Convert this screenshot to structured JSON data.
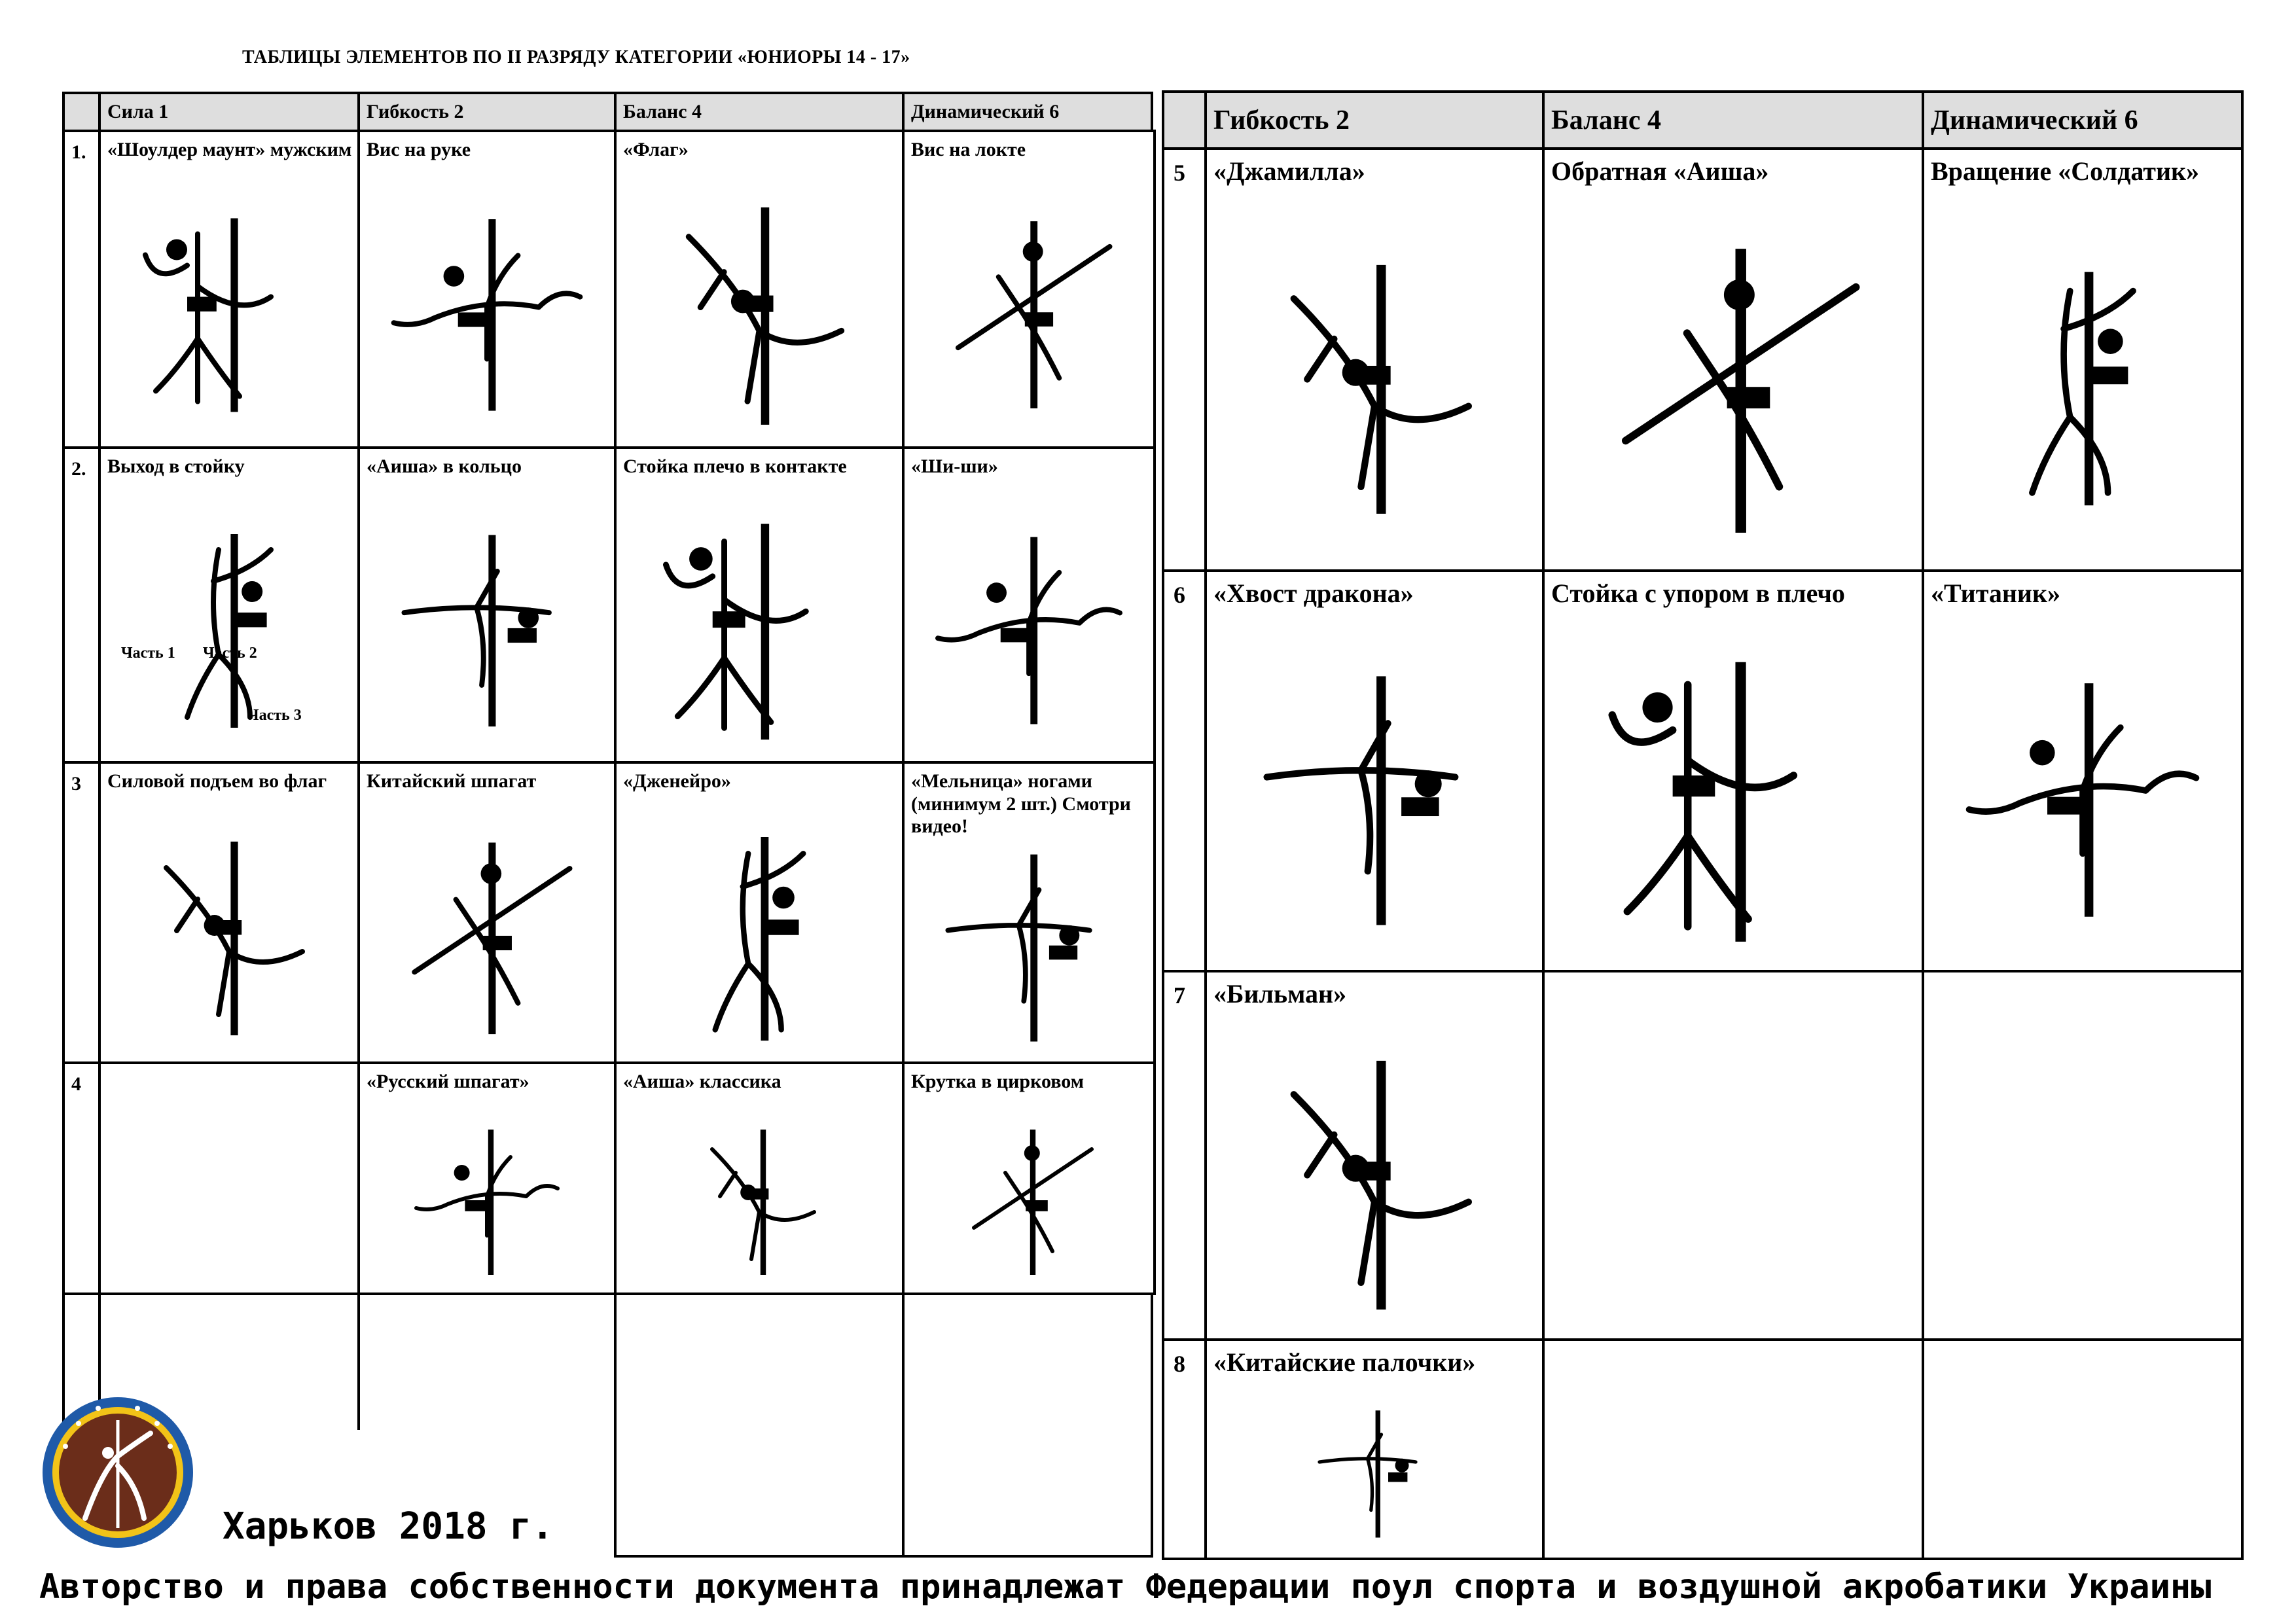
{
  "title": "ТАБЛИЦЫ ЭЛЕМЕНТОВ ПО II РАЗРЯДУ КАТЕГОРИИ «ЮНИОРЫ 14 - 17»",
  "left_table": {
    "headers": [
      "Сила 1",
      "Гибкость 2",
      "Баланс 4",
      "Динамический  6"
    ],
    "rows": [
      {
        "num": "1.",
        "cells": [
          "«Шоулдер маунт» мужским",
          "Вис на руке",
          "«Флаг»",
          "Вис на локте"
        ]
      },
      {
        "num": "2.",
        "cells": [
          "Выход в стойку",
          "«Аиша» в кольцо",
          "Стойка плечо в контакте",
          "«Ши-ши»"
        ]
      },
      {
        "num": "3",
        "cells": [
          "Силовой подъем во флаг",
          "Китайский шпагат",
          "«Дженейро»",
          "«Мельница» ногами (минимум 2 шт.) Смотри видео!"
        ]
      },
      {
        "num": "4",
        "cells": [
          "",
          "«Русский шпагат»",
          "«Аиша» классика",
          "Крутка в цирковом"
        ]
      }
    ],
    "parts": [
      "Часть 1",
      "Часть 2",
      "Часть 3"
    ]
  },
  "right_table": {
    "headers": [
      "Гибкость 2",
      "Баланс 4",
      "Динамический  6"
    ],
    "rows": [
      {
        "num": "5",
        "cells": [
          "«Джамилла»",
          "Обратная «Аиша»",
          "Вращение «Солдатик»"
        ]
      },
      {
        "num": "6",
        "cells": [
          "«Хвост дракона»",
          "Стойка с упором в плечо",
          "«Титаник»"
        ]
      },
      {
        "num": "7",
        "cells": [
          "«Бильман»",
          "",
          ""
        ]
      },
      {
        "num": "8",
        "cells": [
          "«Китайские палочки»",
          "",
          ""
        ]
      }
    ]
  },
  "footer": {
    "city_year": "Харьков 2018 г.",
    "copyright": "Авторство и права собственности документа принадлежат Федерации поул спорта и воздушной акробатики Украины"
  },
  "icons": {
    "logo": "federation-logo-icon",
    "figure": "pole-dancer-figure-icon"
  }
}
